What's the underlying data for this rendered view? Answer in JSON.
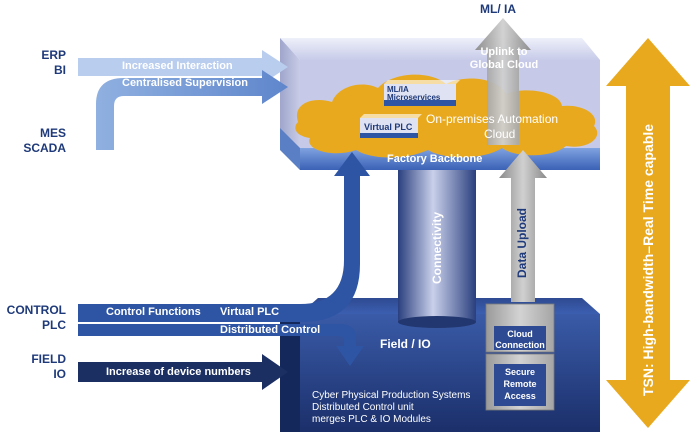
{
  "left_labels": {
    "erp": "ERP",
    "bi": "BI",
    "mes": "MES",
    "scada": "SCADA",
    "control": "CONTROL",
    "plc": "PLC",
    "field": "FIELD",
    "io": "IO"
  },
  "arrows": {
    "interaction_line1": "Increased Interaction",
    "interaction_line2": "Centralised Supervision",
    "control_functions": "Control Functions",
    "virtual_plc": "Virtual PLC",
    "distributed_control": "Distributed Control",
    "device_numbers": "Increase of device numbers"
  },
  "top_block": {
    "ml_ia": "ML/ IA",
    "uplink_line1": "Uplink to",
    "uplink_line2": "Global Cloud",
    "cloud_line1": "On-premises Automation",
    "cloud_line2": "Cloud",
    "ml_box_line1": "ML/IA",
    "ml_box_line2": "Microservices",
    "vplc_box": "Virtual PLC",
    "factory_backbone": "Factory Backbone"
  },
  "middle": {
    "connectivity": "Connectivity",
    "data_upload": "Data Upload"
  },
  "bottom_block": {
    "field_io": "Field / IO",
    "cloud_connection_line1": "Cloud",
    "cloud_connection_line2": "Connection",
    "secure_line1": "Secure",
    "secure_line2": "Remote",
    "secure_line3": "Access",
    "cps_line1": "Cyber Physical Production Systems",
    "cps_line2": "Distributed Control unit",
    "cps_line3": "merges PLC & IO Modules"
  },
  "tsn": {
    "label": "TSN: High-bandwidth–Real Time capable"
  },
  "colors": {
    "navy": "#1f3a7a",
    "dark_navy": "#1c2f63",
    "mid_blue": "#2e55a3",
    "light_blue": "#8fb0e0",
    "pale_lavender": "#d7d9ef",
    "gold": "#e8a91f",
    "grey": "#a9a9a9"
  }
}
